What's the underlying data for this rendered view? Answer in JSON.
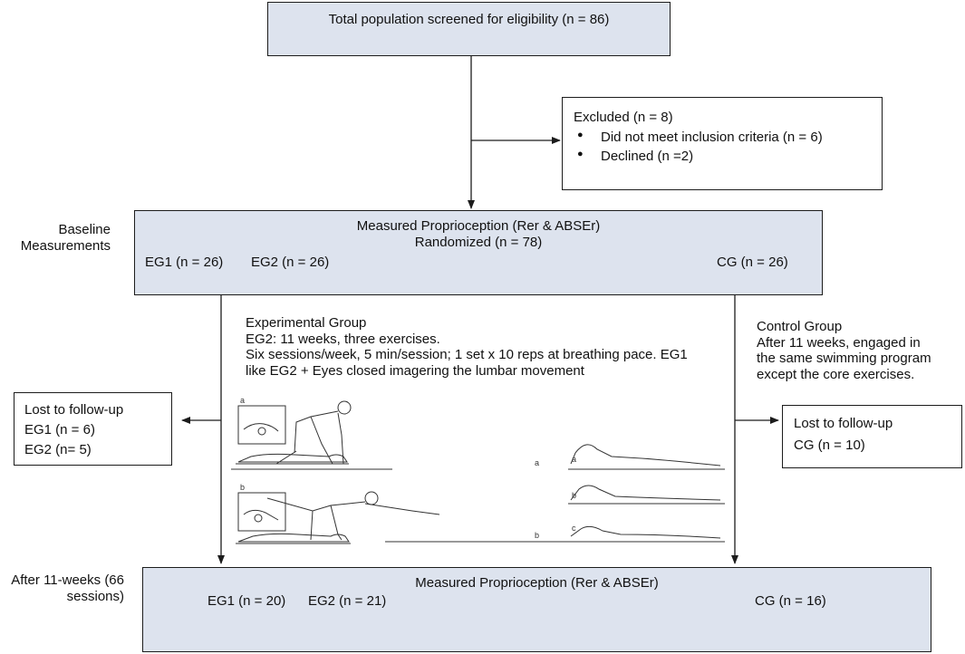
{
  "screening": {
    "text": "Total population screened for eligibility (n = 86)"
  },
  "excluded": {
    "title": "Excluded (n = 8)",
    "items": [
      "Did not meet inclusion criteria (n = 6)",
      "Declined (n =2)"
    ]
  },
  "baseline": {
    "side_label_line1": "Baseline",
    "side_label_line2": "Measurements",
    "line1": "Measured Proprioception (Rer & ABSEr)",
    "line2": "Randomized (n = 78)",
    "eg1": "EG1 (n = 26)",
    "eg2": "EG2 (n = 26)",
    "cg": "CG (n = 26)"
  },
  "experimental": {
    "lines": [
      "Experimental Group",
      "EG2: 11 weeks, three exercises.",
      "Six sessions/week, 5 min/session; 1 set x 10 reps at breathing pace. EG1",
      "like EG2 + Eyes closed imagering the lumbar movement"
    ]
  },
  "control": {
    "lines": [
      "Control Group",
      "After 11 weeks, engaged in",
      "the same swimming program",
      "except the core exercises."
    ]
  },
  "lost_left": {
    "lines": [
      "Lost to follow-up",
      "EG1 (n = 6)",
      "EG2 (n= 5)"
    ]
  },
  "lost_right": {
    "lines": [
      "Lost to follow-up",
      "CG (n = 10)"
    ]
  },
  "illustrations": {
    "panel_labels": [
      "a",
      "b",
      "a",
      "b",
      "a",
      "b",
      "c"
    ]
  },
  "final": {
    "side_label_line1": "After 11-weeks (66",
    "side_label_line2": "sessions)",
    "line1": "Measured Proprioception (Rer & ABSEr)",
    "eg1": "EG1 (n = 20)",
    "eg2": "EG2 (n = 21)",
    "cg": "CG (n = 16)"
  },
  "colors": {
    "box_fill": "#dde3ee",
    "line": "#1c1c1c"
  }
}
